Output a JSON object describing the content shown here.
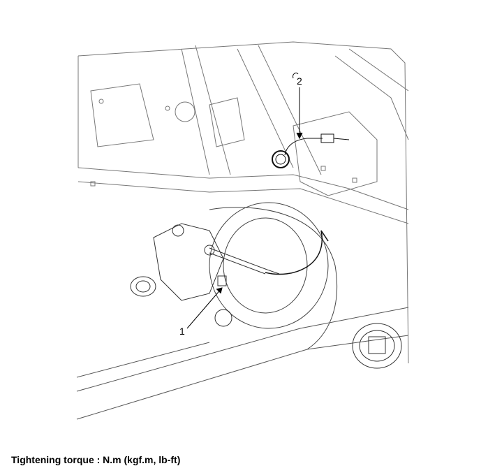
{
  "figure": {
    "callouts": [
      "1",
      "2"
    ],
    "caption": "Tightening torque : N.m (kgf.m, lb-ft)"
  }
}
